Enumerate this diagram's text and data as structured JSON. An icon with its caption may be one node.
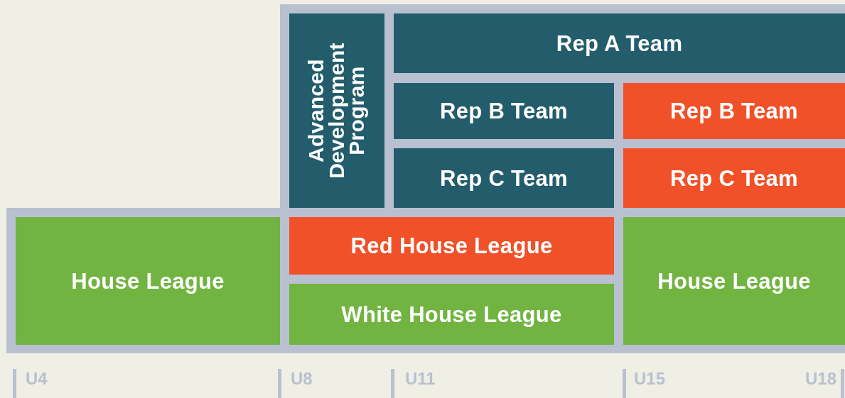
{
  "diagram": {
    "nodes": [
      {
        "text": [
          "Advanced Development Program"
        ]
      },
      {
        "text": [
          "Rep A Team"
        ]
      },
      {
        "text": [
          "Rep B Team"
        ]
      },
      {
        "text": [
          "Rep B Team"
        ]
      },
      {
        "text": [
          "Rep C Team"
        ]
      },
      {
        "text": [
          "Rep C Team"
        ]
      },
      {
        "text": [
          "House League"
        ]
      },
      {
        "text": [
          "Red House League"
        ]
      },
      {
        "text": [
          "White House League"
        ]
      },
      {
        "text": [
          "House League"
        ]
      }
    ],
    "labels": [
      "U4",
      "U8",
      "U11",
      "U15",
      "U18"
    ]
  }
}
